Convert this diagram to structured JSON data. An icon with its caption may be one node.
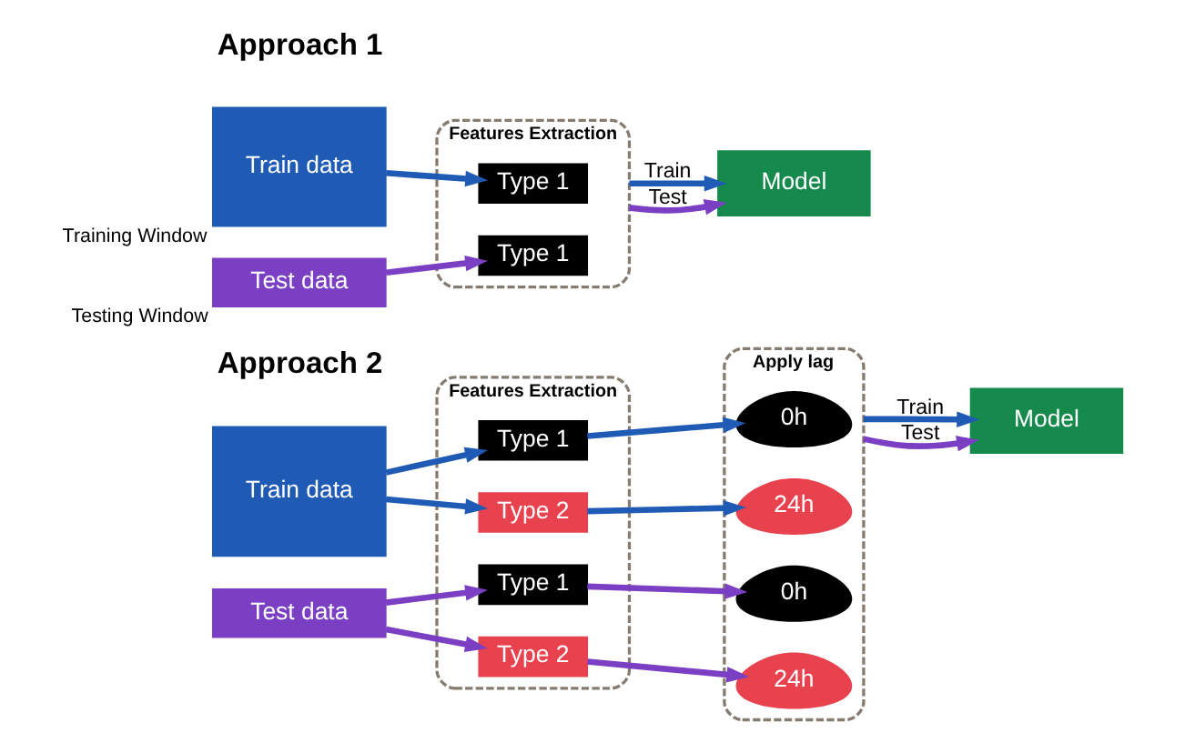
{
  "diagram": {
    "nodes": [
      {
        "text": [
          "Train data"
        ],
        "beside": [
          "Training Window"
        ]
      },
      {
        "text": [
          "Features Extraction"
        ]
      },
      {
        "text": [
          "Type 1"
        ],
        "in": 1
      },
      {
        "text": [
          "Type 1"
        ],
        "in": 1
      },
      {
        "text": [
          "Test data"
        ],
        "beside": [
          "Testing Window"
        ]
      },
      {
        "text": [
          "Model"
        ]
      },
      {
        "text": [
          "Train data"
        ]
      },
      {
        "text": [
          "Features Extraction"
        ]
      },
      {
        "text": [
          "Type 1"
        ],
        "in": 7
      },
      {
        "text": [
          "Type 2"
        ],
        "in": 7
      },
      {
        "text": [
          "Type 1"
        ],
        "in": 7
      },
      {
        "text": [
          "Type 2"
        ],
        "in": 7
      },
      {
        "text": [
          "Apply lag"
        ]
      },
      {
        "text": [
          "0h"
        ],
        "in": 12
      },
      {
        "text": [
          "24h"
        ],
        "in": 12
      },
      {
        "text": [
          "0h"
        ],
        "in": 12
      },
      {
        "text": [
          "24h"
        ],
        "in": 12
      },
      {
        "text": [
          "Test data"
        ]
      },
      {
        "text": [
          "Model"
        ]
      }
    ],
    "edges": [
      {
        "from": 0,
        "to": 2,
        "arrow": "to",
        "color": "#1f5bb5"
      },
      {
        "from": 4,
        "to": 3,
        "arrow": "to",
        "color": "#7b3fc4"
      },
      {
        "from": 1,
        "to": 5,
        "arrow": "to",
        "label": "Train",
        "color": "#1f5bb5"
      },
      {
        "from": 1,
        "to": 5,
        "arrow": "to",
        "label": "Test",
        "color": "#7b3fc4"
      },
      {
        "from": 6,
        "to": 8,
        "arrow": "to",
        "color": "#1f5bb5"
      },
      {
        "from": 6,
        "to": 9,
        "arrow": "to",
        "color": "#1f5bb5"
      },
      {
        "from": 17,
        "to": 10,
        "arrow": "to",
        "color": "#7b3fc4"
      },
      {
        "from": 17,
        "to": 11,
        "arrow": "to",
        "color": "#7b3fc4"
      },
      {
        "from": 8,
        "to": 13,
        "arrow": "to",
        "color": "#1f5bb5"
      },
      {
        "from": 9,
        "to": 14,
        "arrow": "to",
        "color": "#1f5bb5"
      },
      {
        "from": 10,
        "to": 15,
        "arrow": "to",
        "color": "#7b3fc4"
      },
      {
        "from": 11,
        "to": 16,
        "arrow": "to",
        "color": "#7b3fc4"
      },
      {
        "from": 12,
        "to": 18,
        "arrow": "to",
        "label": "Train",
        "color": "#1f5bb5"
      },
      {
        "from": 12,
        "to": 18,
        "arrow": "to",
        "label": "Test",
        "color": "#7b3fc4"
      }
    ],
    "labels": [
      "Approach 1",
      "Approach 2"
    ]
  }
}
